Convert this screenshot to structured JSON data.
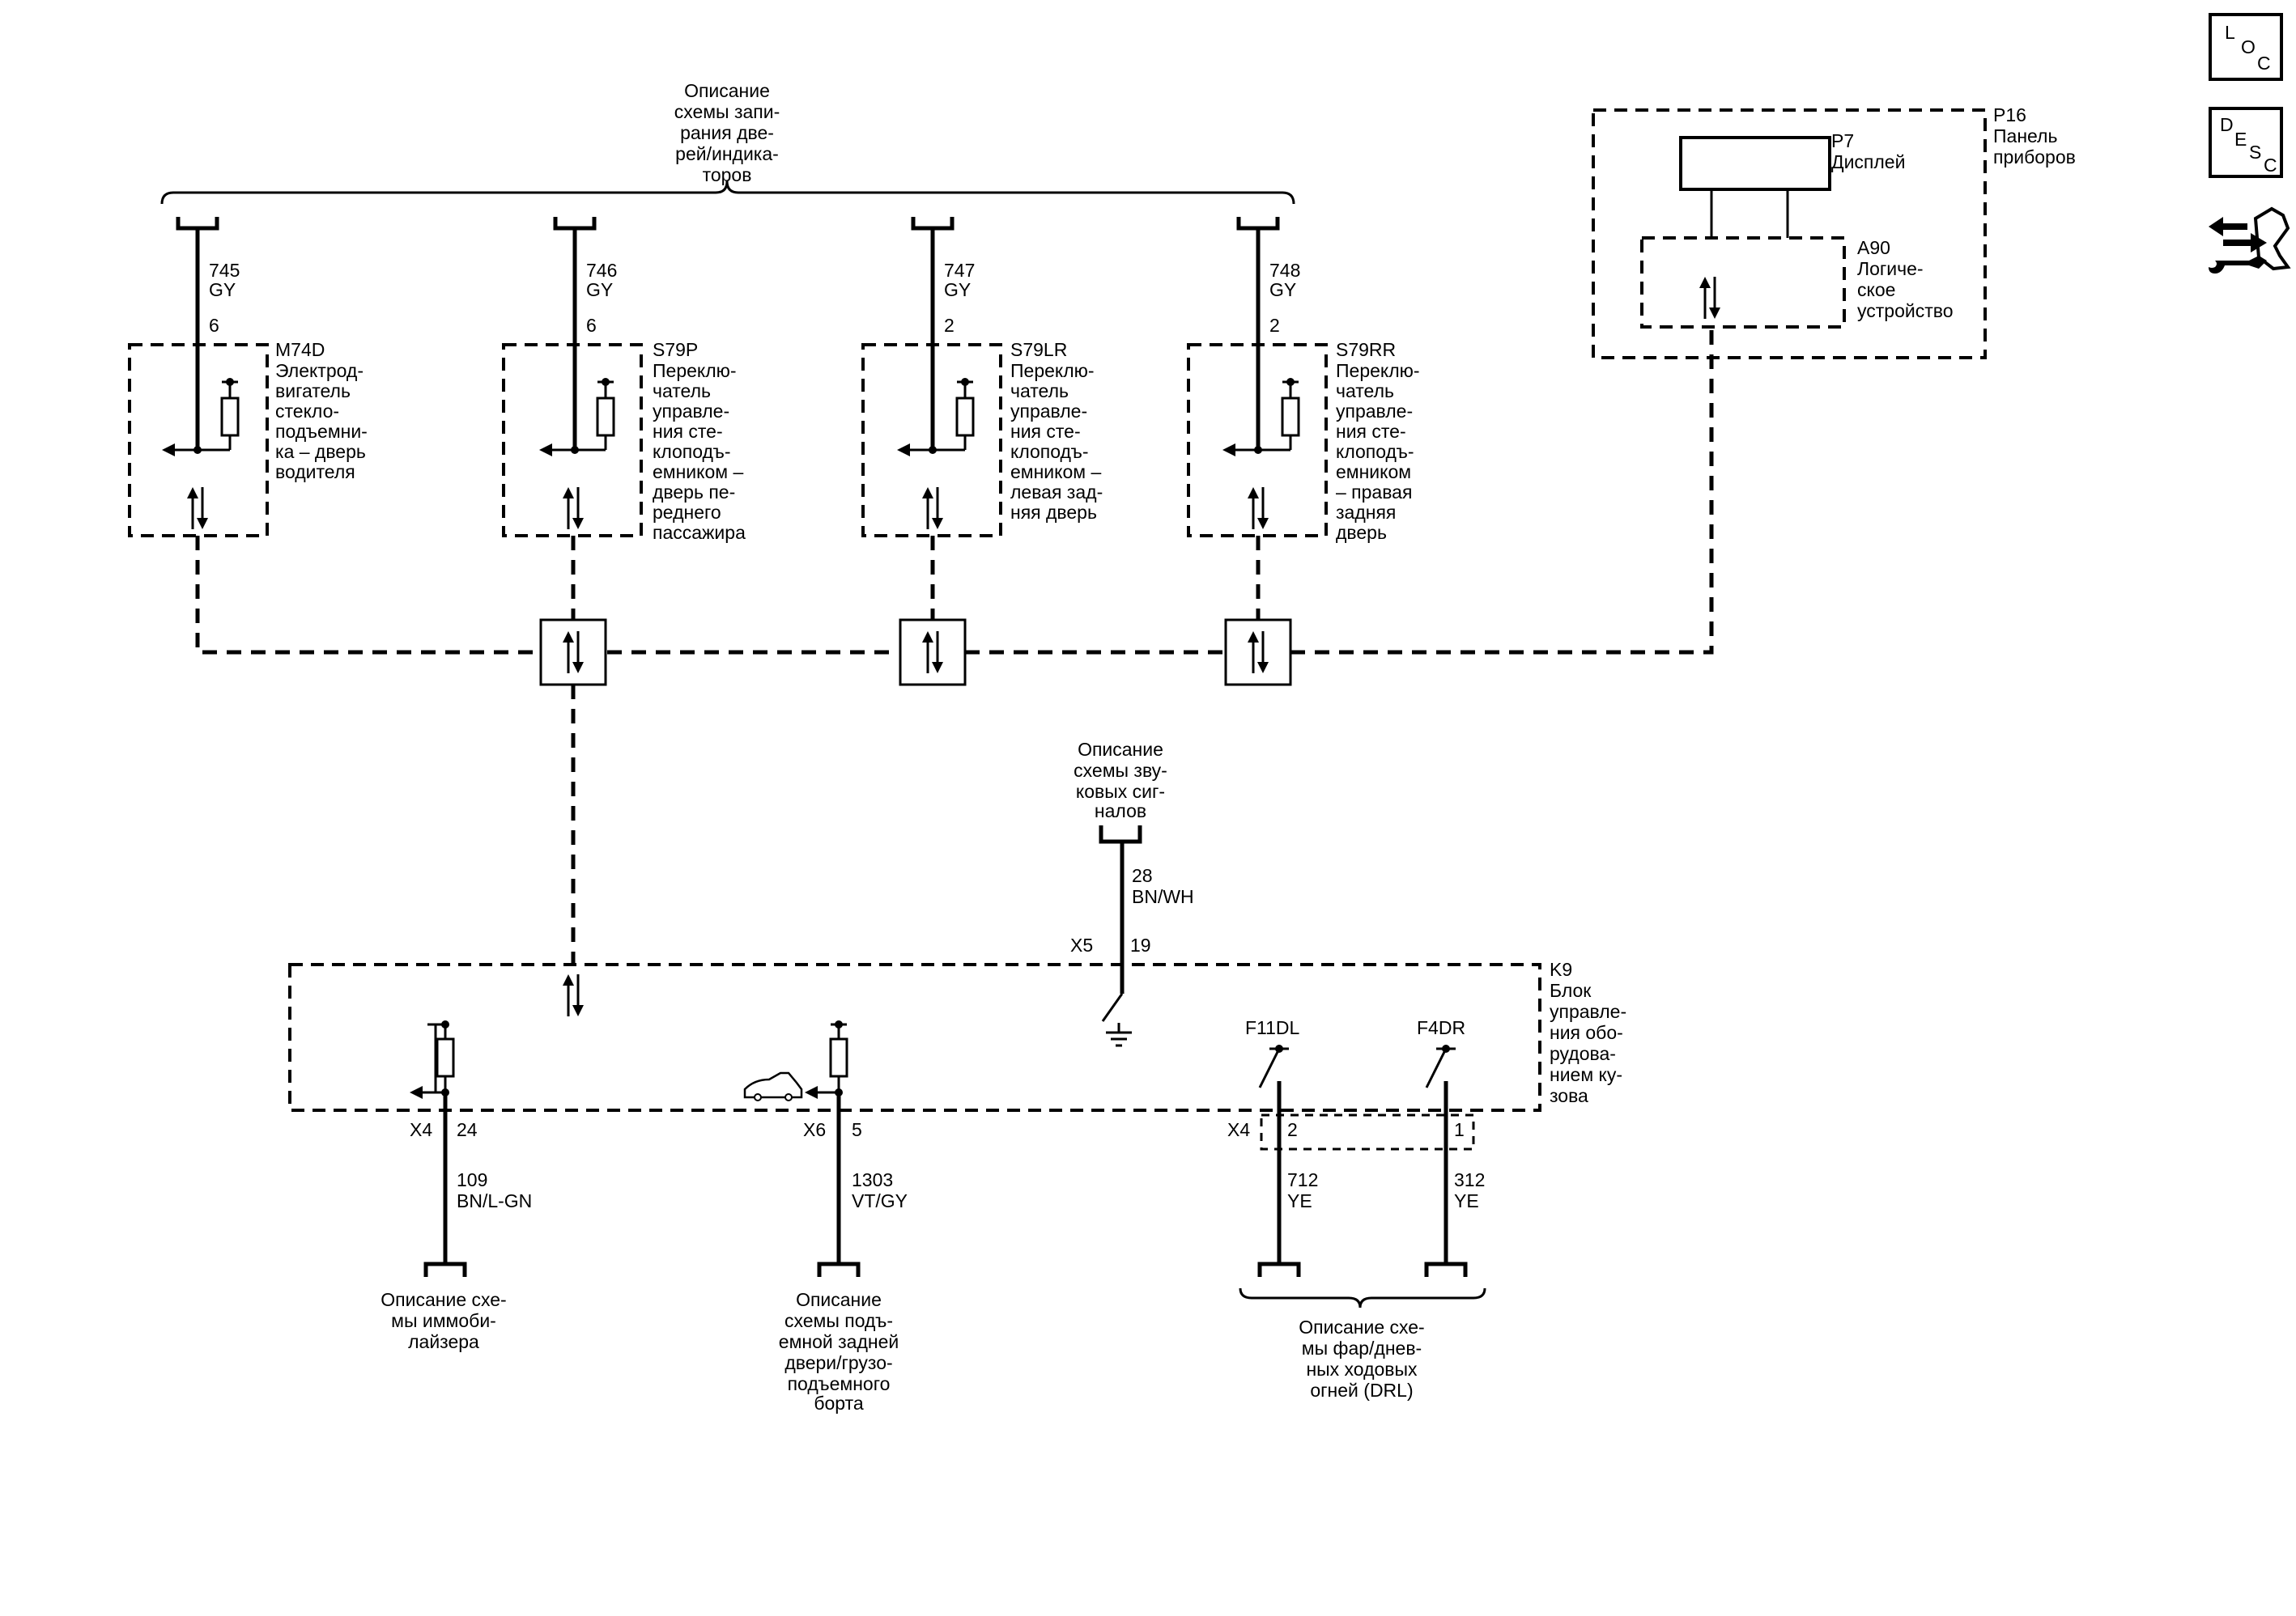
{
  "top_bus": {
    "label_lines": [
      "Описание",
      "схемы запи-",
      "рания две-",
      "рей/индика-",
      "торов"
    ]
  },
  "modules": [
    {
      "id": "M74D",
      "name_lines": [
        "Электрод-",
        "вигатель",
        "стекло-",
        "подъемни-",
        "ка – дверь",
        "водителя"
      ],
      "circuit": "745",
      "color": "GY",
      "pin": "6"
    },
    {
      "id": "S79P",
      "name_lines": [
        "Переклю-",
        "чатель",
        "управле-",
        "ния сте-",
        "клоподъ-",
        "емником –",
        "дверь пе-",
        "реднего",
        "пассажира"
      ],
      "circuit": "746",
      "color": "GY",
      "pin": "6"
    },
    {
      "id": "S79LR",
      "name_lines": [
        "Переклю-",
        "чатель",
        "управле-",
        "ния сте-",
        "клоподъ-",
        "емником –",
        "левая зад-",
        "няя дверь"
      ],
      "circuit": "747",
      "color": "GY",
      "pin": "2"
    },
    {
      "id": "S79RR",
      "name_lines": [
        "Переклю-",
        "чатель",
        "управле-",
        "ния сте-",
        "клоподъ-",
        "емником",
        "– правая",
        "задняя",
        "дверь"
      ],
      "circuit": "748",
      "color": "GY",
      "pin": "2"
    }
  ],
  "cluster": {
    "id": "P16",
    "name_lines": [
      "Панель",
      "приборов"
    ],
    "display_id": "P7",
    "display_name": "Дисплей",
    "logic_id": "A90",
    "logic_name_lines": [
      "Логиче-",
      "ское",
      "устройство"
    ]
  },
  "horn": {
    "label_lines": [
      "Описание",
      "схемы зву-",
      "ковых сиг-",
      "налов"
    ],
    "circuit": "28",
    "color": "BN/WH",
    "connector": "X5",
    "pin": "19"
  },
  "bcm": {
    "id": "K9",
    "name_lines": [
      "Блок",
      "управле-",
      "ния обо-",
      "рудова-",
      "нием ку-",
      "зова"
    ]
  },
  "bottom_circuits": [
    {
      "connector": "X4",
      "pin": "24",
      "circuit": "109",
      "color": "BN/L-GN",
      "label_lines": [
        "Описание схе-",
        "мы иммоби-",
        "лайзера"
      ]
    },
    {
      "connector": "X6",
      "pin": "5",
      "circuit": "1303",
      "color": "VT/GY",
      "label_lines": [
        "Описание",
        "схемы подъ-",
        "емной задней",
        "двери/грузо-",
        "подъемного",
        "борта"
      ]
    }
  ],
  "drl": {
    "connector": "X4",
    "relays": [
      {
        "id": "F11DL",
        "pin": "2",
        "circuit": "712",
        "color": "YE"
      },
      {
        "id": "F4DR",
        "pin": "1",
        "circuit": "312",
        "color": "YE"
      }
    ],
    "label_lines": [
      "Описание схе-",
      "мы фар/днев-",
      "ных ходовых",
      "огней (DRL)"
    ]
  },
  "side_icons": {
    "loc": {
      "letters": [
        "L",
        "O",
        "C"
      ]
    },
    "desc": {
      "letters": [
        "D",
        "E",
        "S",
        "C"
      ]
    },
    "tool": {
      "icon": "connector-repair-icon"
    }
  }
}
